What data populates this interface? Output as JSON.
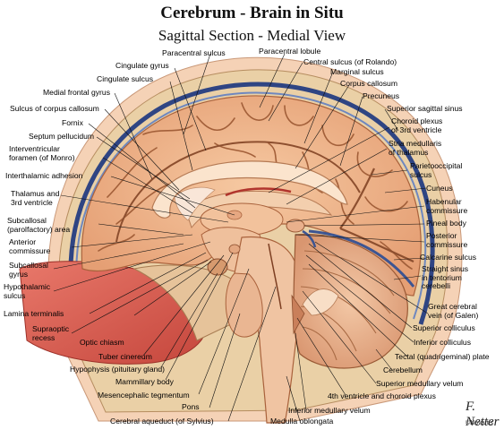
{
  "title": "Cerebrum - Brain in Situ",
  "subtitle": "Sagittal Section - Medial View",
  "labels": {
    "paracentral_sulcus": "Paracentral sulcus",
    "paracentral_lobule": "Paracentral lobule",
    "cingulate_gyrus": "Cingulate gyrus",
    "central_sulcus": "Central sulcus (of Rolando)",
    "cingulate_sulcus": "Cingulate sulcus",
    "marginal_sulcus": "Marginal sulcus",
    "medial_frontal_gyrus": "Medial frontal gyrus",
    "corpus_callosum": "Corpus callosum",
    "sulcus_corpus_callosum": "Sulcus of corpus callosum",
    "precuneus": "Precuneus",
    "fornix": "Fornix",
    "superior_sagittal_sinus": "Superior sagittal sinus",
    "septum_pellucidum": "Septum pellucidum",
    "choroid_plexus_line1": "Choroid plexus",
    "choroid_plexus_line2": "of 3rd ventricle",
    "interventricular_line1": "Interventricular",
    "interventricular_line2": "foramen (of Monro)",
    "stria_line1": "Stria medullaris",
    "stria_line2": "of thalamus",
    "interthalamic_adhesion": "Interthalamic adhesion",
    "parietooccipital_line1": "Parietooccipital",
    "parietooccipital_line2": "sulcus",
    "thalamus_line1": "Thalamus and",
    "thalamus_line2": "3rd ventricle",
    "cuneus": "Cuneus",
    "subcallosal_area_line1": "Subcallosal",
    "subcallosal_area_line2": "(parolfactory) area",
    "habenular_line1": "Habenular",
    "habenular_line2": "commissure",
    "pineal_body": "Pineal body",
    "anterior_commissure_line1": "Anterior",
    "anterior_commissure_line2": "commissure",
    "posterior_commissure_line1": "Posterior",
    "posterior_commissure_line2": "commissure",
    "subcallosal_gyrus_line1": "Subcallosal",
    "subcallosal_gyrus_line2": "gyrus",
    "calcarine_sulcus": "Calcarine sulcus",
    "straight_sinus_line1": "Straight sinus",
    "straight_sinus_line2": "in tentorium",
    "straight_sinus_line3": "cerebelli",
    "hypothalamic_line1": "Hypothalamic",
    "hypothalamic_line2": "sulcus",
    "lamina_terminalis": "Lamina terminalis",
    "great_cerebral_line1": "Great cerebral",
    "great_cerebral_line2": "vein (of Galen)",
    "supraoptic_line1": "Supraoptic",
    "supraoptic_line2": "recess",
    "superior_colliculus": "Superior colliculus",
    "optic_chiasm": "Optic chiasm",
    "inferior_colliculus": "Inferior colliculus",
    "tuber_cinereum": "Tuber cinereum",
    "tectal_plate": "Tectal (quadrigeminal) plate",
    "hypophysis": "Hypophysis (pituitary gland)",
    "cerebellum": "Cerebellum",
    "mammillary_body": "Mammillary body",
    "superior_medullary_velum": "Superior medullary velum",
    "mesencephalic_tegmentum": "Mesencephalic tegmentum",
    "fourth_ventricle": "4th ventricle and choroid plexus",
    "pons": "Pons",
    "inferior_medullary_velum": "Inferior medullary velum",
    "cerebral_aqueduct": "Cerebral aqueduct (of Sylvius)",
    "medulla_oblongata": "Medulla oblongata"
  },
  "signature": "F. Netter",
  "publisher": "©Novartis",
  "colors": {
    "brain_surface": "#f0b48a",
    "sulcus_shadow": "#b8744c",
    "white_matter": "#f8dcc0",
    "dura": "#3a4f86",
    "scalp": "#f2c6a8",
    "bone": "#e8c9a0",
    "nasal_red": "#d9574b",
    "corpus_callosum": "#fbe6d2"
  }
}
